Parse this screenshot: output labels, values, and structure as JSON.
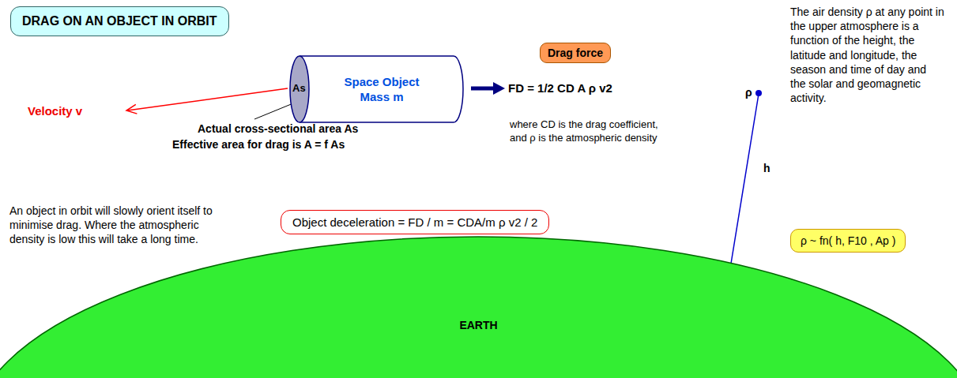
{
  "diagram": {
    "title": "DRAG ON AN OBJECT IN ORBIT",
    "nodes": [
      {
        "text": [
          "Space Object Mass m"
        ]
      },
      {
        "text": [
          "Drag force"
        ]
      },
      {
        "text": [
          "Object deceleration = FD / m = CDA/m ρ v2 / 2"
        ]
      },
      {
        "text": [
          "ρ ~ fn( h, F10 , Ap )"
        ]
      },
      {
        "text": [
          "EARTH"
        ]
      }
    ],
    "labels": [
      "Velocity v",
      "As",
      "Actual cross-sectional area As",
      "Effective area for drag is A = f As",
      "FD = 1/2 CD A ρ v2",
      "where CD is the drag coefficient, and ρ is the atmospheric density",
      "An object in orbit will slowly orient itself to minimise drag. Where the atmospheric density is low this will take a long time.",
      "ρ",
      "h",
      "The air density ρ at any point in the upper atmosphere is a function of the height, the latitude and longitude, the season and time of day and the solar and geomagnetic activity."
    ]
  }
}
